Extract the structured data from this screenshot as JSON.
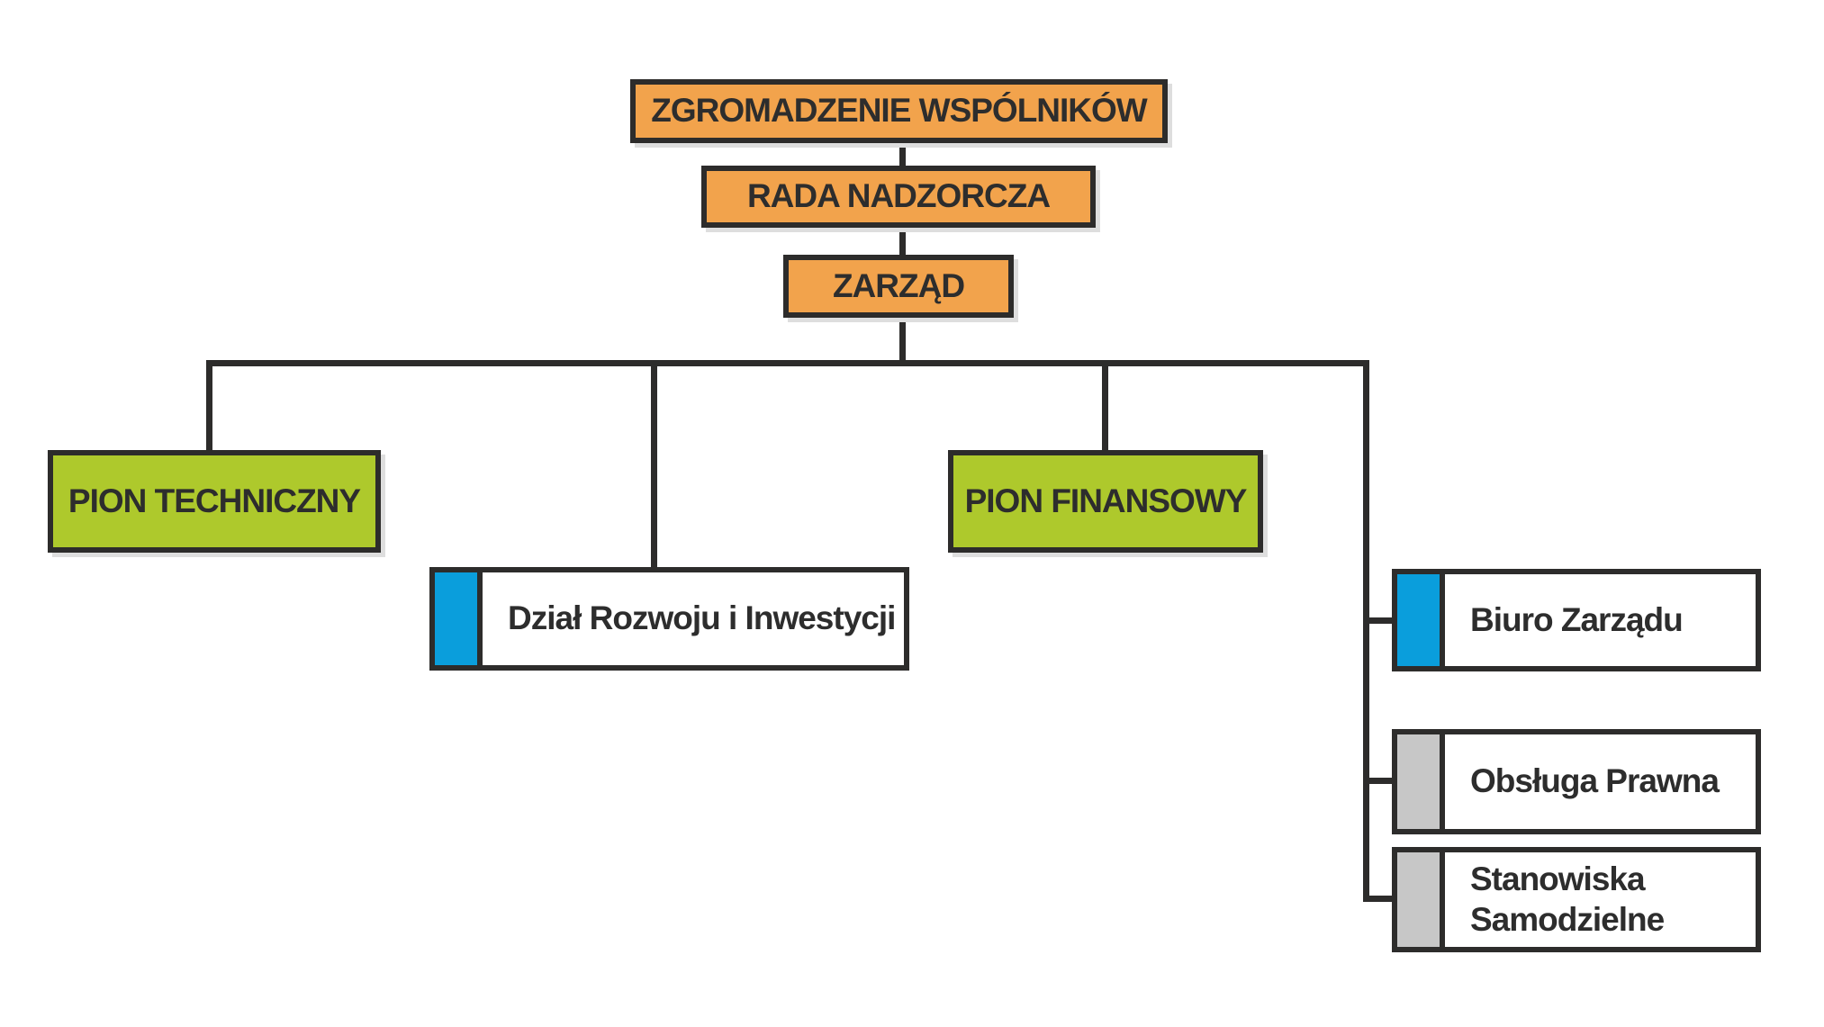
{
  "diagram": {
    "type": "org-chart",
    "language": "pl",
    "background": "#FFFFFF",
    "palette": {
      "governance_fill": "#F2A34C",
      "division_fill": "#AEC92C",
      "department_accent": "#0A9EDC",
      "support_accent": "#C7C7C7",
      "outline_and_lines": "#2D2C2B",
      "text": "#2D2D2D",
      "header_shadow": "#DEDEDE"
    },
    "nodes": {
      "zgromadzenie_wspolnikow": {
        "label": "ZGROMADZENIE WSPÓLNIKÓW",
        "style": "orange-header"
      },
      "rada_nadzorcza": {
        "label": "RADA NADZORCZA",
        "style": "orange-header"
      },
      "zarzad": {
        "label": "ZARZĄD",
        "style": "orange-header"
      },
      "pion_techniczny": {
        "label": "PION TECHNICZNY",
        "style": "green-header"
      },
      "pion_finansowy": {
        "label": "PION FINANSOWY",
        "style": "green-header"
      },
      "dzial_rozwoju": {
        "label": "Dział Rozwoju i Inwestycji",
        "style": "white-blue-accent"
      },
      "biuro_zarzadu": {
        "label": "Biuro Zarządu",
        "style": "white-blue-accent"
      },
      "obsluga_prawna": {
        "label": "Obsługa Prawna",
        "style": "white-gray-accent"
      },
      "stanowiska_samodzielne": {
        "label": "Stanowiska Samodzielne",
        "style": "white-gray-accent"
      }
    },
    "edges": [
      {
        "from": "zgromadzenie_wspolnikow",
        "to": "rada_nadzorcza"
      },
      {
        "from": "rada_nadzorcza",
        "to": "zarzad"
      },
      {
        "from": "zarzad",
        "to": "pion_techniczny"
      },
      {
        "from": "zarzad",
        "to": "dzial_rozwoju"
      },
      {
        "from": "zarzad",
        "to": "pion_finansowy"
      },
      {
        "from": "zarzad",
        "to": "biuro_zarzadu"
      },
      {
        "from": "zarzad",
        "to": "obsluga_prawna"
      },
      {
        "from": "zarzad",
        "to": "stanowiska_samodzielne"
      }
    ]
  }
}
